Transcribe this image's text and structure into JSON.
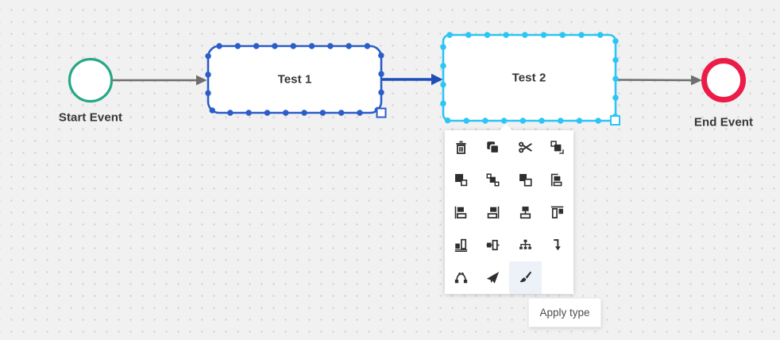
{
  "colors": {
    "background": "#f1f1f2",
    "grid_dot": "#cfcfd2",
    "start_event_stroke": "#27a785",
    "task1_stroke": "#2b5dc9",
    "task2_stroke": "#2cc5f4",
    "end_event_stroke": "#ec1c48",
    "edge_gray": "#6f6f6f",
    "edge_blue": "#1e4eb8",
    "icon": "#2e2e2e",
    "menu_highlight": "#edf1f8",
    "label_text": "#363636"
  },
  "diagram": {
    "nodes": [
      {
        "type": "start-event",
        "label": "Start Event"
      },
      {
        "type": "task",
        "label": "Test 1",
        "selected": true
      },
      {
        "type": "task",
        "label": "Test 2",
        "selected": true
      },
      {
        "type": "end-event",
        "label": "End Event"
      }
    ],
    "edges": [
      {
        "from": "Start Event",
        "to": "Test 1",
        "color": "#6f6f6f"
      },
      {
        "from": "Test 1",
        "to": "Test 2",
        "color": "#1e4eb8"
      },
      {
        "from": "Test 2",
        "to": "End Event",
        "color": "#6f6f6f"
      }
    ]
  },
  "context_menu": {
    "items": [
      {
        "action": "delete",
        "icon": "trash-icon"
      },
      {
        "action": "copy",
        "icon": "copy-icon"
      },
      {
        "action": "cut",
        "icon": "scissors-icon"
      },
      {
        "action": "to-front",
        "icon": "to-front-icon"
      },
      {
        "action": "to-back",
        "icon": "to-back-icon"
      },
      {
        "action": "bring-forward",
        "icon": "bring-forward-icon"
      },
      {
        "action": "send-backward",
        "icon": "send-backward-icon"
      },
      {
        "action": "align-edge",
        "icon": "align-edge-icon"
      },
      {
        "action": "align-left",
        "icon": "align-left-icon"
      },
      {
        "action": "align-right",
        "icon": "align-right-icon"
      },
      {
        "action": "align-center",
        "icon": "align-center-icon"
      },
      {
        "action": "align-top",
        "icon": "align-top-icon"
      },
      {
        "action": "align-bottom",
        "icon": "align-bottom-icon"
      },
      {
        "action": "align-middle",
        "icon": "align-middle-icon"
      },
      {
        "action": "tree-layout",
        "icon": "tree-layout-icon"
      },
      {
        "action": "change-direction",
        "icon": "arrow-down-icon"
      },
      {
        "action": "edit-waypoints",
        "icon": "waypoints-icon"
      },
      {
        "action": "send",
        "icon": "paper-plane-icon"
      },
      {
        "action": "apply-type",
        "icon": "brush-icon",
        "highlighted": true
      }
    ],
    "highlighted_item": "apply-type"
  },
  "tooltip": {
    "text": "Apply type"
  }
}
